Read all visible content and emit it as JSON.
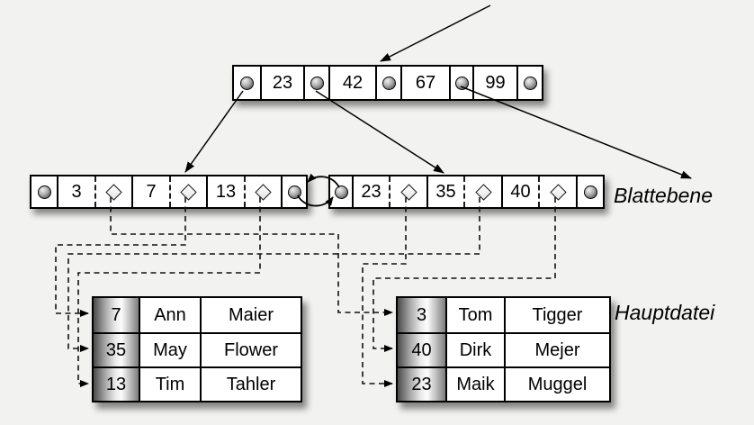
{
  "diagram": "b-plus-tree-index",
  "labels": {
    "leaf_level": "Blattebene",
    "main_file": "Hauptdatei"
  },
  "root_node": {
    "keys": [
      "23",
      "42",
      "67",
      "99"
    ]
  },
  "left_leaf": {
    "keys": [
      "3",
      "7",
      "13"
    ]
  },
  "right_leaf": {
    "keys": [
      "23",
      "35",
      "40"
    ]
  },
  "left_table": {
    "rows": [
      [
        "7",
        "Ann",
        "Maier"
      ],
      [
        "35",
        "May",
        "Flower"
      ],
      [
        "13",
        "Tim",
        "Tahler"
      ]
    ]
  },
  "right_table": {
    "rows": [
      [
        "3",
        "Tom",
        "Tigger"
      ],
      [
        "40",
        "Dirk",
        "Mejer"
      ],
      [
        "23",
        "Maik",
        "Muggel"
      ]
    ]
  },
  "icons": {
    "node_pointer": "filled-circle",
    "record_pointer": "diamond",
    "links": "arrow"
  },
  "colors": {
    "background": "#f2f2f1",
    "box_fill": "#ffffff",
    "line": "#000000",
    "key_column_gradient": [
      "#4a4a4a",
      "#e9e9e9",
      "#fcfcfc",
      "#7c7c7c"
    ]
  }
}
